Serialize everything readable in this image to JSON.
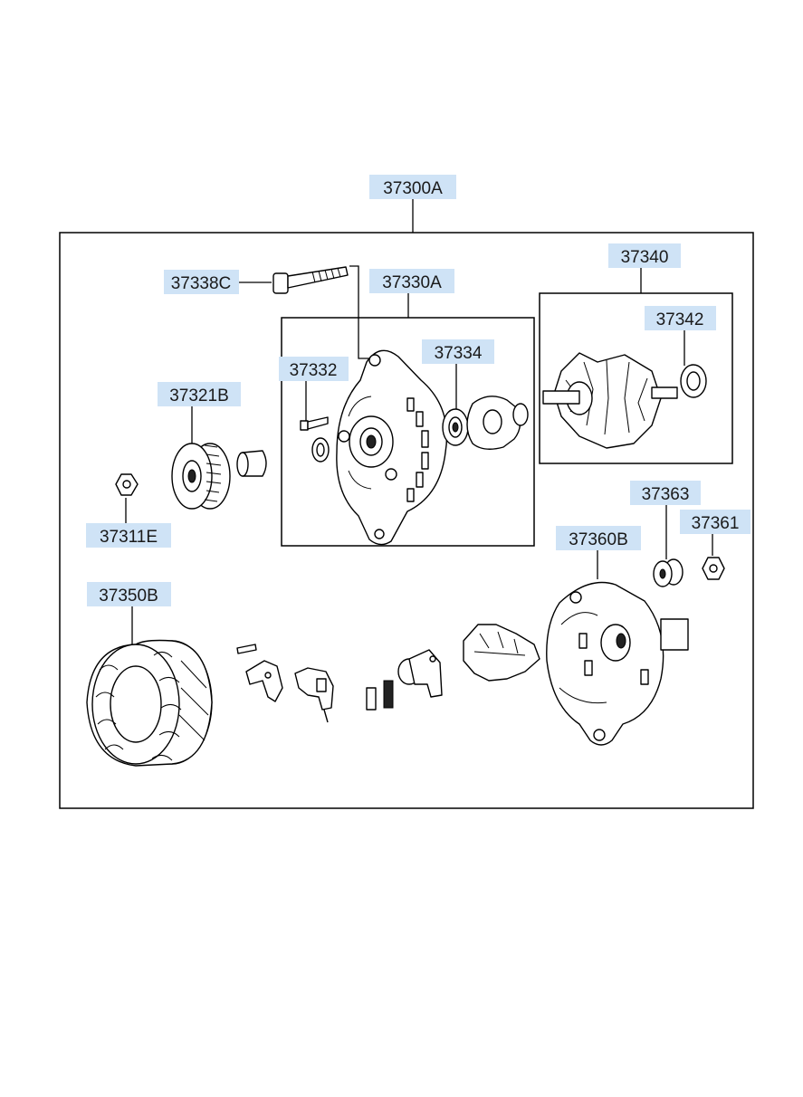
{
  "labels": {
    "l37300A": "37300A",
    "l37338C": "37338C",
    "l37330A": "37330A",
    "l37340": "37340",
    "l37342": "37342",
    "l37332": "37332",
    "l37334": "37334",
    "l37321B": "37321B",
    "l37311E": "37311E",
    "l37363": "37363",
    "l37361": "37361",
    "l37360B": "37360B",
    "l37350B": "37350B"
  },
  "colors": {
    "label_fill": "#cfe3f6",
    "line": "#000000"
  }
}
